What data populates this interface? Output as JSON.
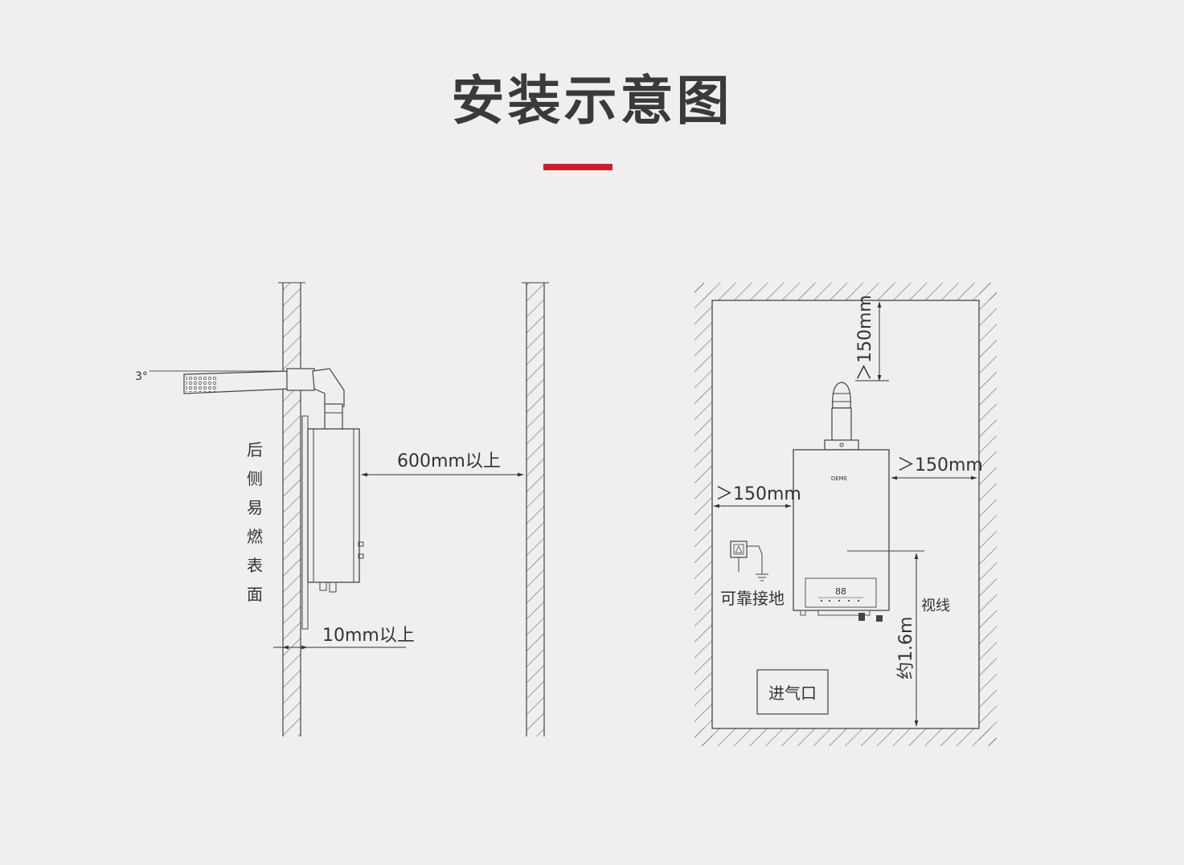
{
  "title": "安装示意图",
  "accent_color": "#c8202f",
  "left_diagram": {
    "angle_label": "3°",
    "side_label_chars": [
      "后",
      "侧",
      "易",
      "燃",
      "表",
      "面"
    ],
    "front_clearance": "600mm以上",
    "back_clearance": "10mm以上"
  },
  "right_diagram": {
    "top_clearance": "＞150mm",
    "left_clearance": "＞150mm",
    "right_clearance": "＞150mm",
    "brand_logo": "DEME",
    "display_digits": "88",
    "ground_label": "可靠接地",
    "sight_line_label": "视线",
    "height_label": "约1.6m",
    "air_inlet_label": "进气口"
  }
}
